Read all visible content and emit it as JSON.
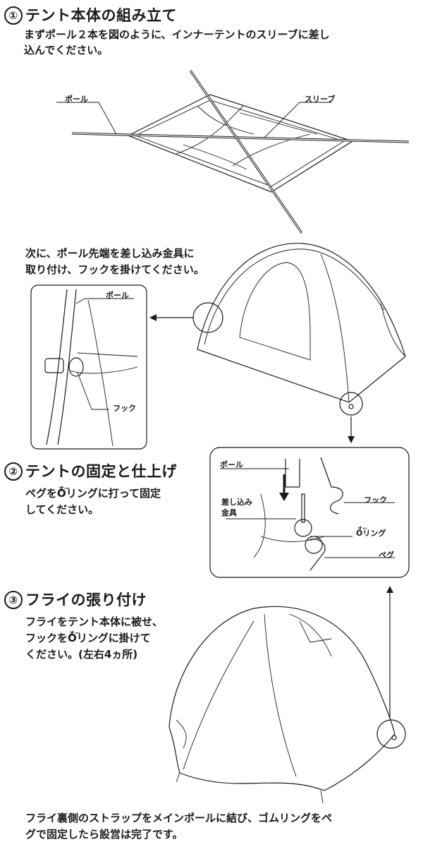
{
  "section1": {
    "number": "①",
    "title": "テント本体の組み立て",
    "text_line1": "まずポール２本を図のように、インナーテントのスリーブに差し",
    "text_line2": "込んでください。",
    "label_pole": "ポール",
    "label_sleeve": "スリーブ"
  },
  "step1b": {
    "text_line1": "次に、ポール先端を差し込み金具に",
    "text_line2": "取り付け、フックを掛けてください。",
    "label_pole": "ポール",
    "label_hook": "フック"
  },
  "section2": {
    "number": "②",
    "title": "テントの固定と仕上げ",
    "text_pre": "ペグを",
    "o_letter": "O",
    "o_ruby": "オー",
    "text_post": "リングに打って固定",
    "text_line2": "してください。",
    "label_pole": "ポール",
    "label_fitting_1": "差し込み",
    "label_fitting_2": "金具",
    "label_hook": "フック",
    "label_oring_o": "O",
    "label_oring_ruby": "オー",
    "label_oring_rest": "リング",
    "label_peg": "ペグ"
  },
  "section3": {
    "number": "③",
    "title": "フライの張り付け",
    "text_line1": "フライをテント本体に被せ、",
    "text_line2_pre": "フックを",
    "o_letter": "O",
    "o_ruby": "オー",
    "text_line2_post": "リングに掛けて",
    "text_line3": "ください。(左右4ヵ所)"
  },
  "footer": {
    "line1": "フライ裏側のストラップをメインポールに結び、ゴムリングをペ",
    "line2": "グで固定したら設営は完了です。"
  }
}
